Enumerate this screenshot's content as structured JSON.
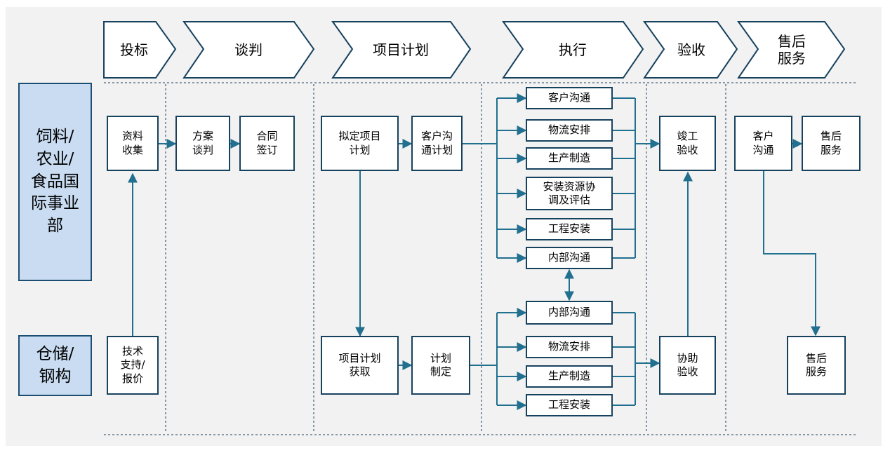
{
  "phases": [
    "投标",
    "谈判",
    "项目计划",
    "执行",
    "验收",
    "售后\n服务"
  ],
  "departments": {
    "feed": "饲料/\n农业/\n食品国\n际事业\n部",
    "storage": "仓储/\n钢构"
  },
  "boxes": {
    "collect": "资料\n收集",
    "tech_support": "技术\n支持/\n报价",
    "negotiate": "方案\n谈判",
    "contract": "合同\n签订",
    "plan_draft": "拟定项目\n计划",
    "client_plan": "客户沟\n通计划",
    "plan_obtain": "项目计划\n获取",
    "plan_make": "计划\n制定",
    "exec_top": [
      "客户沟通",
      "物流安排",
      "生产制造",
      "安装资源协\n调及评估",
      "工程安装",
      "内部沟通"
    ],
    "exec_bottom": [
      "内部沟通",
      "物流安排",
      "生产制造",
      "工程安装"
    ],
    "complete_accept": "竣工\n验收",
    "assist_accept": "协助\n验收",
    "client_comm": "客户\n沟通",
    "after_sales_top": "售后\n服务",
    "after_sales_bottom": "售后\n服务"
  },
  "colors": {
    "arrow": "#21708f",
    "box_border": "#17425e",
    "dept_fill": "#c9dcf2",
    "divider": "#1f3f57"
  }
}
